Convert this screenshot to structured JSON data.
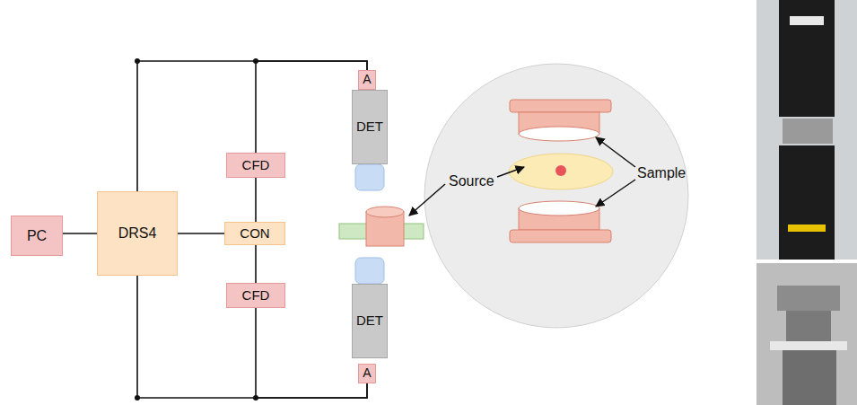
{
  "diagram": {
    "nodes": [
      {
        "text": [
          "PC"
        ]
      },
      {
        "text": [
          "DRS4"
        ]
      },
      {
        "text": [
          "CFD"
        ]
      },
      {
        "text": [
          "CON"
        ]
      },
      {
        "text": [
          "CFD"
        ]
      },
      {
        "text": [
          "A"
        ]
      },
      {
        "text": [
          "DET"
        ]
      },
      {
        "text": [
          "DET"
        ]
      },
      {
        "text": [
          "A"
        ]
      }
    ],
    "edges": [
      {
        "from": 0,
        "to": 1,
        "arrow": "none"
      },
      {
        "from": 1,
        "to": 3,
        "arrow": "none"
      },
      {
        "from": 1,
        "to": 5,
        "arrow": "none"
      },
      {
        "from": 1,
        "to": 8,
        "arrow": "none"
      },
      {
        "from": 3,
        "to": 2,
        "arrow": "none"
      },
      {
        "from": 3,
        "to": 4,
        "arrow": "none"
      },
      {
        "from": 2,
        "to": 5,
        "arrow": "none"
      },
      {
        "from": 4,
        "to": 8,
        "arrow": "none"
      }
    ],
    "labels": [
      "Source",
      "Sample"
    ]
  }
}
